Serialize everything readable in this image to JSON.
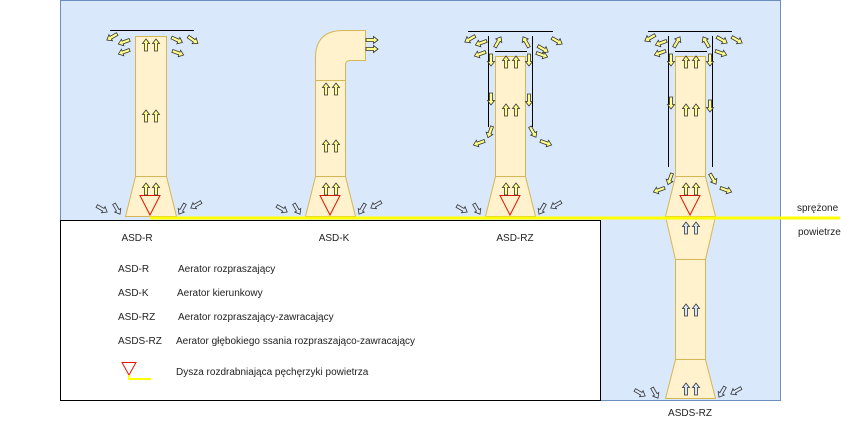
{
  "aerators": [
    {
      "code": "ASD-R"
    },
    {
      "code": "ASD-K"
    },
    {
      "code": "ASD-RZ"
    },
    {
      "code": "ASDS-RZ"
    }
  ],
  "compressed_air_label": {
    "line1": "sprężone",
    "line2": "powietrze"
  },
  "legend": {
    "items": [
      {
        "code": "ASD-R",
        "description": "Aerator rozpraszający"
      },
      {
        "code": "ASD-K",
        "description": "Aerator kierunkowy"
      },
      {
        "code": "ASD-RZ",
        "description": "Aerator rozpraszający-zawracający"
      },
      {
        "code": "ASDS-RZ",
        "description": "Aerator głębokiego ssania rozpraszająco-zawracający"
      }
    ],
    "nozzle_description": "Dysza rozdrabniająca pęchęrzyki powietrza"
  },
  "colors": {
    "water": "#dae8fc",
    "water_border": "#6c8ebf",
    "body_fill": "#fff2cc",
    "body_stroke": "#d6b656",
    "air_line": "#ffff00",
    "nozzle": "#e51400",
    "arrow_yellow": "#ffff88",
    "arrow_blue": "#dae8fc"
  }
}
